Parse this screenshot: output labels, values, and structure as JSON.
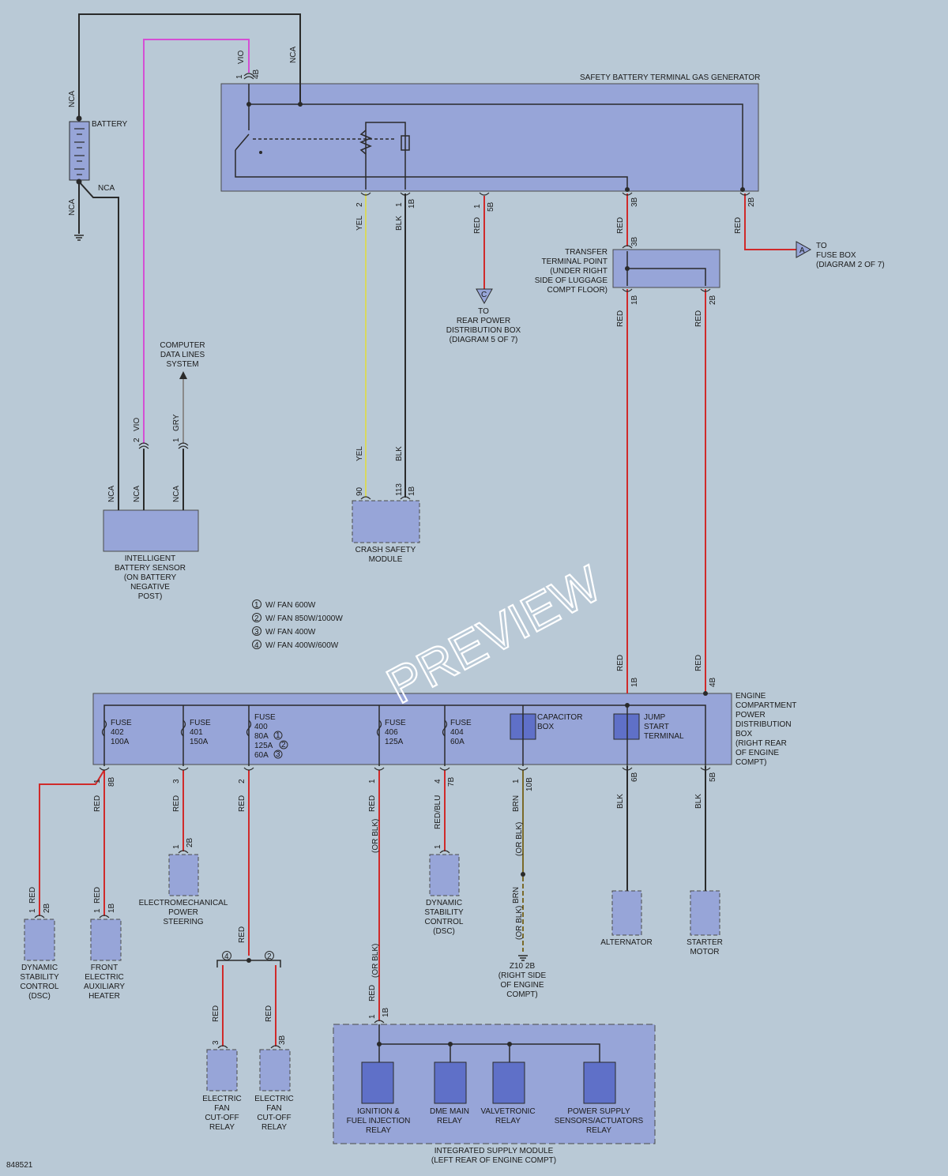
{
  "colors": {
    "background": "#b9c9d6",
    "component_fill": "#97a5d8",
    "component_dark": "#5f70c8",
    "wire_black": "#2a2a2a",
    "wire_red": "#d02a2a",
    "wire_violet": "#d44fd4",
    "wire_yellow": "#d8d860",
    "wire_gray": "#8a8a8a",
    "wire_brown": "#7a6a2a"
  },
  "doc_id": "848521",
  "watermark": "PREVIEW",
  "legend": [
    {
      "n": "1",
      "text": "W/ FAN 600W"
    },
    {
      "n": "2",
      "text": "W/ FAN 850W/1000W"
    },
    {
      "n": "3",
      "text": "W/ FAN 400W"
    },
    {
      "n": "4",
      "text": "W/ FAN 400W/600W"
    }
  ],
  "components": {
    "battery": "BATTERY",
    "sbt": "SAFETY BATTERY TERMINAL GAS GENERATOR",
    "transfer": [
      "TRANSFER",
      "TERMINAL POINT",
      "(UNDER RIGHT",
      "SIDE OF LUGGAGE",
      "COMPT FLOOR)"
    ],
    "to_fuse_box": [
      "TO",
      "FUSE BOX",
      "(DIAGRAM 2 OF 7)"
    ],
    "to_rear_power": [
      "TO",
      "REAR POWER",
      "DISTRIBUTION BOX",
      "(DIAGRAM 5 OF 7)"
    ],
    "computer_data": [
      "COMPUTER",
      "DATA LINES",
      "SYSTEM"
    ],
    "ibs": [
      "INTELLIGENT",
      "BATTERY SENSOR",
      "(ON BATTERY",
      "NEGATIVE",
      "POST)"
    ],
    "crash": [
      "CRASH SAFETY",
      "MODULE"
    ],
    "ecpdb": [
      "ENGINE",
      "COMPARTMENT",
      "POWER",
      "DISTRIBUTION",
      "BOX",
      "(RIGHT REAR",
      "OF ENGINE",
      "COMPT)"
    ],
    "capacitor": [
      "CAPACITOR",
      "BOX"
    ],
    "jump": [
      "JUMP",
      "START",
      "TERMINAL"
    ],
    "dsc_left": [
      "DYNAMIC",
      "STABILITY",
      "CONTROL",
      "(DSC)"
    ],
    "front_heater": [
      "FRONT",
      "ELECTRIC",
      "AUXILIARY",
      "HEATER"
    ],
    "eps": [
      "ELECTROMECHANICAL",
      "POWER",
      "STEERING"
    ],
    "dsc_mid": [
      "DYNAMIC",
      "STABILITY",
      "CONTROL",
      "(DSC)"
    ],
    "ground": [
      "Z10 2B",
      "(RIGHT SIDE",
      "OF ENGINE",
      "COMPT)"
    ],
    "alternator": "ALTERNATOR",
    "starter": [
      "STARTER",
      "MOTOR"
    ],
    "fan_relay_a": [
      "ELECTRIC",
      "FAN",
      "CUT-OFF",
      "RELAY"
    ],
    "fan_relay_b": [
      "ELECTRIC",
      "FAN",
      "CUT-OFF",
      "RELAY"
    ],
    "ism": [
      "INTEGRATED SUPPLY MODULE",
      "(LEFT REAR OF ENGINE COMPT)"
    ],
    "ign_relay": [
      "IGNITION &",
      "FUEL INJECTION",
      "RELAY"
    ],
    "dme_relay": [
      "DME MAIN",
      "RELAY"
    ],
    "valve_relay": [
      "VALVETRONIC",
      "RELAY"
    ],
    "pwr_relay": [
      "POWER SUPPLY",
      "SENSORS/ACTUATORS",
      "RELAY"
    ]
  },
  "fuses": [
    {
      "id": "402",
      "lines": [
        "FUSE",
        "402",
        "100A"
      ]
    },
    {
      "id": "401",
      "lines": [
        "FUSE",
        "401",
        "150A"
      ]
    },
    {
      "id": "400",
      "lines": [
        "FUSE",
        "400",
        "80A",
        "125A",
        "60A"
      ]
    },
    {
      "id": "406",
      "lines": [
        "FUSE",
        "406",
        "125A"
      ]
    },
    {
      "id": "404",
      "lines": [
        "FUSE",
        "404",
        "60A"
      ]
    }
  ],
  "connector_letters": {
    "A": "A",
    "C": "C"
  },
  "wire_labels": {
    "nca": "NCA",
    "vio": "VIO",
    "gry": "GRY",
    "yel": "YEL",
    "blk": "BLK",
    "red": "RED",
    "red_blu": "RED/BLU",
    "brn": "BRN",
    "or_blk": "(OR BLK)"
  },
  "pins": {
    "p1": "1",
    "p2": "2",
    "p3": "3",
    "p4": "4",
    "p90": "90",
    "p113": "113",
    "1B": "1B",
    "2B": "2B",
    "3B": "3B",
    "4B": "4B",
    "5B": "5B",
    "6B": "6B",
    "7B": "7B",
    "8B": "8B",
    "10B": "10B"
  }
}
